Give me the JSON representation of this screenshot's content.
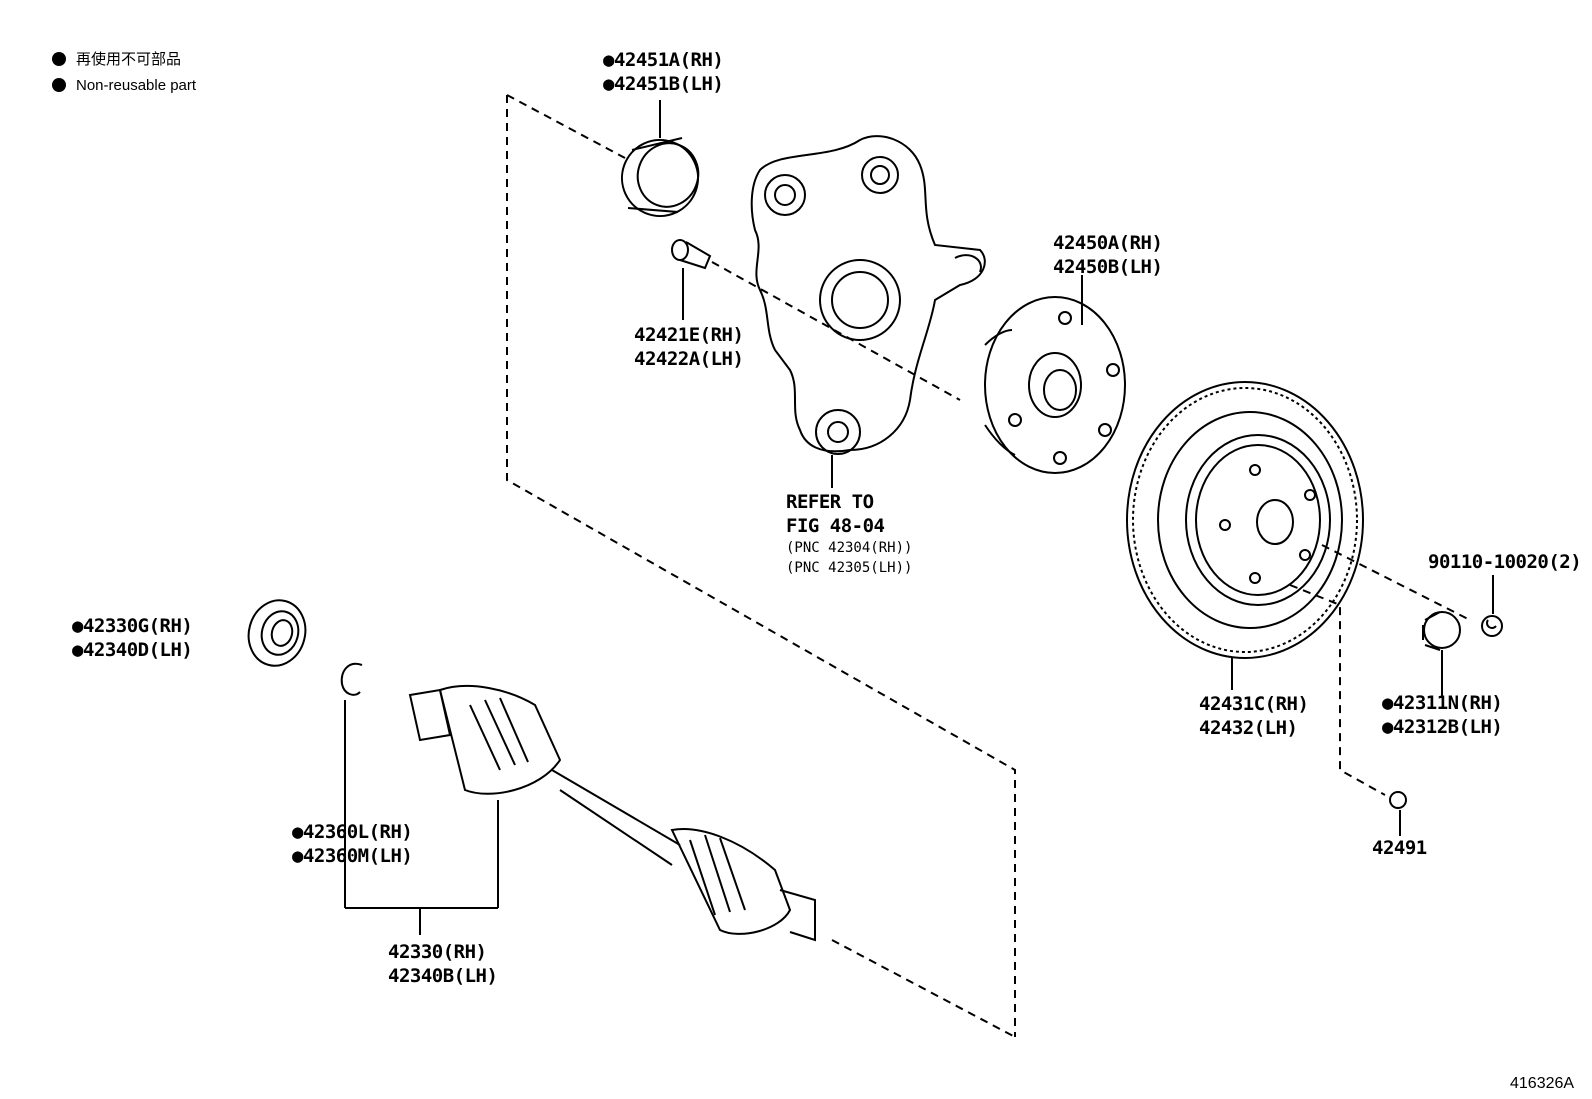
{
  "legend": {
    "jp": "再使用不可部品",
    "en": "Non-reusable part"
  },
  "figure_id": "416326A",
  "parts": {
    "oil_seal": {
      "rh": "●42451A(RH)",
      "lh": "●42451B(LH)"
    },
    "bolt": {
      "rh": "42421E(RH)",
      "lh": "42422A(LH)"
    },
    "hub": {
      "rh": "42450A(RH)",
      "lh": "42450B(LH)"
    },
    "knuckle_ref": {
      "l1": "REFER TO",
      "l2": "FIG 48-04",
      "l3": "(PNC 42304(RH))",
      "l4": "(PNC 42305(LH))"
    },
    "bolt_small": {
      "label": "90110-10020(2)"
    },
    "disc": {
      "rh": "42431C(RH)",
      "lh": "42432(LH)"
    },
    "nut": {
      "rh": "●42311N(RH)",
      "lh": "●42312B(LH)"
    },
    "plug": {
      "label": "42491"
    },
    "dust_seal": {
      "rh": "●42330G(RH)",
      "lh": "●42340D(LH)"
    },
    "snap_ring": {
      "rh": "●42360L(RH)",
      "lh": "●42360M(LH)"
    },
    "drive_shaft": {
      "rh": "42330(RH)",
      "lh": "42340B(LH)"
    }
  }
}
